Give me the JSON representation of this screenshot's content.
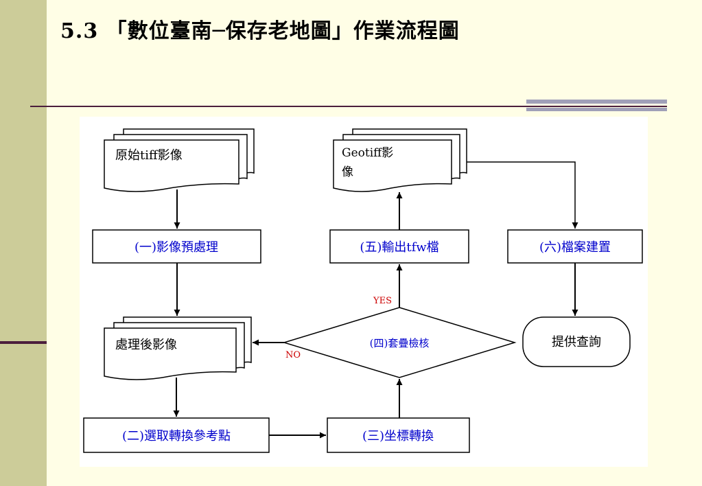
{
  "slide": {
    "title": "5.3 「數位臺南─保存老地圖」作業流程圖"
  },
  "colors": {
    "background": "#FFFEE6",
    "left_bar": "#CCCC99",
    "accent_line": "#4B1E3C",
    "step_text": "#0000CC",
    "yes_no": "#CC0000"
  },
  "diagram": {
    "documents": {
      "raw_tiff": "原始tiff影像",
      "geotiff_line1": "Geotiff影",
      "geotiff_line2": "像",
      "processed": "處理後影像"
    },
    "steps": {
      "step1": "(一)影像預處理",
      "step2": "(二)選取轉換參考點",
      "step3": "(三)坐標轉換",
      "step4": "(四)套疊檢核",
      "step5": "(五)輸出tfw檔",
      "step6": "(六)檔案建置"
    },
    "terminal": "提供查詢",
    "labels": {
      "yes": "YES",
      "no": "NO"
    }
  }
}
